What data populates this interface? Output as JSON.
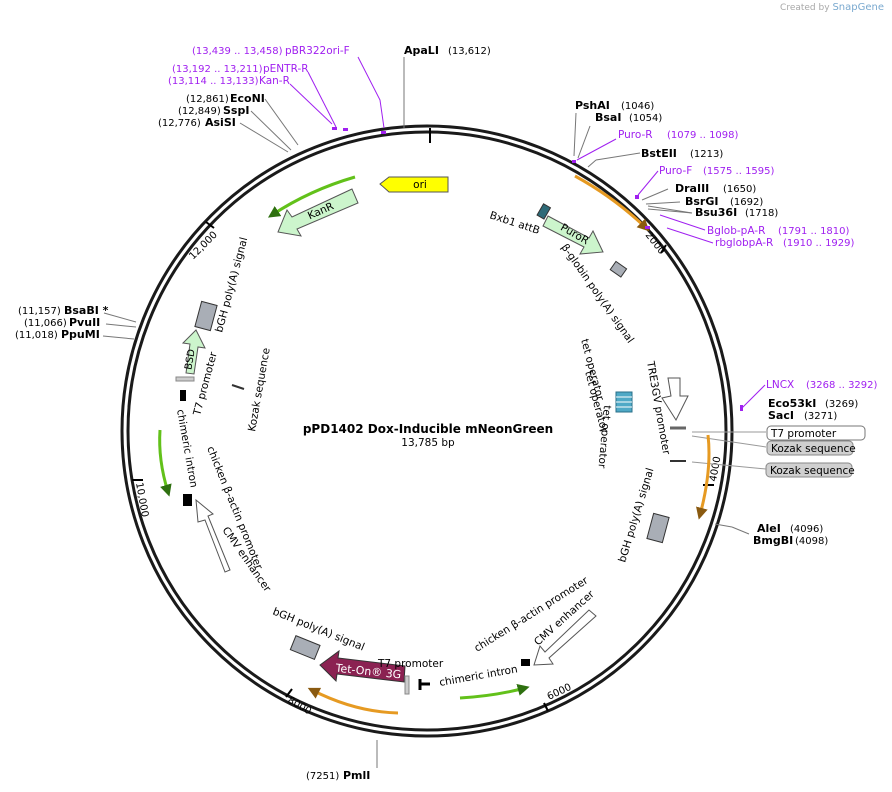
{
  "credit": {
    "prefix": "Created by",
    "brand": "SnapGene"
  },
  "plasmid": {
    "name": "pPD1402 Dox-Inducible mNeonGreen",
    "length": "13,785 bp"
  },
  "ticks": [
    "2000",
    "4000",
    "6000",
    "8000",
    "10,000",
    "12,000"
  ],
  "enzymes": [
    {
      "name": "ApaLI",
      "pos": "(13,612)"
    },
    {
      "name": "PshAI",
      "pos": "(1046)"
    },
    {
      "name": "BsaI",
      "pos": "(1054)"
    },
    {
      "name": "BstEII",
      "pos": "(1213)"
    },
    {
      "name": "DraIII",
      "pos": "(1650)"
    },
    {
      "name": "BsrGI",
      "pos": "(1692)"
    },
    {
      "name": "Bsu36I",
      "pos": "(1718)"
    },
    {
      "name": "Eco53kI",
      "pos": "(3269)"
    },
    {
      "name": "SacI",
      "pos": "(3271)"
    },
    {
      "name": "AleI",
      "pos": "(4096)"
    },
    {
      "name": "BmgBI",
      "pos": "(4098)"
    },
    {
      "name": "PmlI",
      "pos": "(7251)"
    },
    {
      "name": "BsaBI *",
      "pos": "(11,157)"
    },
    {
      "name": "PvuII",
      "pos": "(11,066)"
    },
    {
      "name": "PpuMI",
      "pos": "(11,018)"
    },
    {
      "name": "EcoNI",
      "pos": "(12,861)"
    },
    {
      "name": "SspI",
      "pos": "(12,849)"
    },
    {
      "name": "AsiSI",
      "pos": "(12,776)"
    }
  ],
  "primers": [
    {
      "name": "pBR322ori-F",
      "pos": "(13,439 .. 13,458)"
    },
    {
      "name": "pENTR-R",
      "pos": "(13,192 .. 13,211)"
    },
    {
      "name": "Kan-R",
      "pos": "(13,114 .. 13,133)"
    },
    {
      "name": "Puro-R",
      "pos": "(1079 .. 1098)"
    },
    {
      "name": "Puro-F",
      "pos": "(1575 .. 1595)"
    },
    {
      "name": "Bglob-pA-R",
      "pos": "(1791 .. 1810)"
    },
    {
      "name": "rbglobpA-R",
      "pos": "(1910 .. 1929)"
    },
    {
      "name": "LNCX",
      "pos": "(3268 .. 3292)"
    }
  ],
  "features": {
    "ori": "ori",
    "kanr": "KanR",
    "puror": "PuroR",
    "bsd": "BSD",
    "teton": "Tet-On® 3G",
    "bxb1": "Bxb1 attB",
    "bglobin_pa": "β-globin poly(A) signal",
    "tet_op1": "tet operator",
    "tet_op2": "tet operator",
    "tet_op3": "tet operator",
    "tre3gv": "TRE3GV promoter",
    "t7_box": "T7 promoter",
    "kozak_box1": "Kozak sequence",
    "kozak_box2": "Kozak sequence",
    "bgh_right": "bGH poly(A) signal",
    "cba_bottom": "chicken β-actin promoter",
    "cmv_bottom": "CMV enhancer",
    "chimeric_bottom": "chimeric intron",
    "t7_bottom": "T7 promoter",
    "bgh_bottom": "bGH poly(A) signal",
    "cba_left": "chicken β-actin promoter",
    "cmv_left": "CMV enhancer",
    "chimeric_left": "chimeric intron",
    "t7_left": "T7 promoter",
    "kozak_left": "Kozak sequence",
    "bgh_left": "bGH poly(A) signal"
  },
  "colors": {
    "backbone": "#1a1a1a",
    "ori": "#ffff00",
    "resistance": "#ccf5cc",
    "tet_on": "#8b2252",
    "polyA": "#a9aeb6",
    "tet_operator": "#4fa9c6",
    "bxb1": "#2e6b78",
    "orange_arc": "#e69a22",
    "green_arc": "#62c11a",
    "primer": "#a020f0"
  }
}
